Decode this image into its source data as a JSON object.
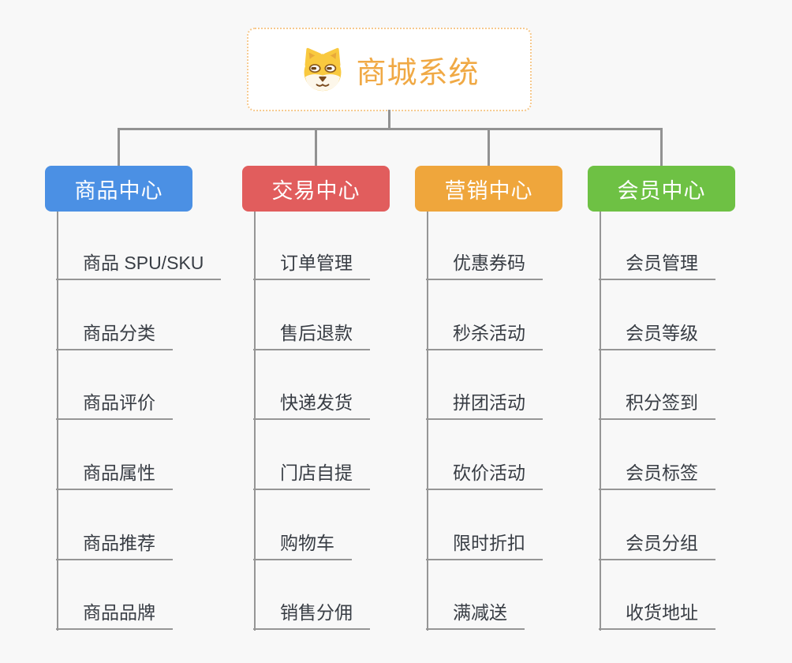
{
  "background_color": "#f8f8f8",
  "connector_color": "#929292",
  "child_line_color": "#969696",
  "child_text_color": "#383d44",
  "root": {
    "title": "商城系统",
    "title_color": "#f0a945",
    "border_color": "#f6c98e",
    "icon": "dog-face-icon"
  },
  "branches": [
    {
      "label": "商品中心",
      "color": "#4b90e4",
      "items": [
        "商品 SPU/SKU",
        "商品分类",
        "商品评价",
        "商品属性",
        "商品推荐",
        "商品品牌"
      ]
    },
    {
      "label": "交易中心",
      "color": "#e15d5d",
      "items": [
        "订单管理",
        "售后退款",
        "快递发货",
        "门店自提",
        "购物车",
        "销售分佣"
      ]
    },
    {
      "label": "营销中心",
      "color": "#efa63c",
      "items": [
        "优惠券码",
        "秒杀活动",
        "拼团活动",
        "砍价活动",
        "限时折扣",
        "满减送"
      ]
    },
    {
      "label": "会员中心",
      "color": "#6ec144",
      "items": [
        "会员管理",
        "会员等级",
        "积分签到",
        "会员标签",
        "会员分组",
        "收货地址"
      ]
    }
  ]
}
